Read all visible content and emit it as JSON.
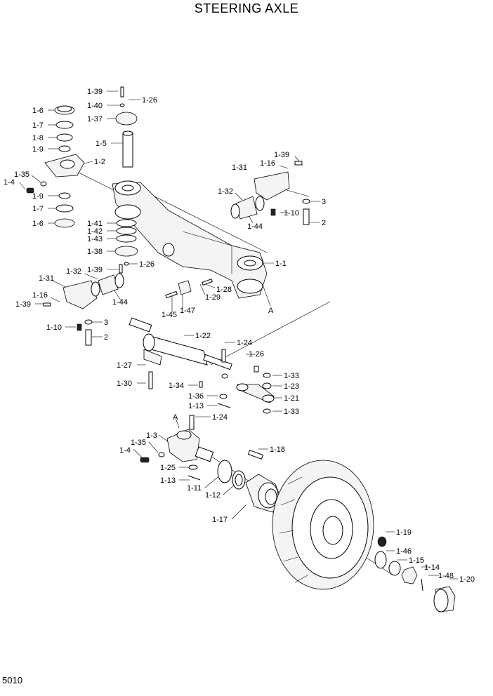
{
  "title": "STEERING AXLE",
  "page_number": "5010",
  "callouts": [
    {
      "id": "c139a",
      "text": "1-39"
    },
    {
      "id": "c140",
      "text": "1-40"
    },
    {
      "id": "c126a",
      "text": "1-26"
    },
    {
      "id": "c137",
      "text": "1-37"
    },
    {
      "id": "c16a",
      "text": "1-6"
    },
    {
      "id": "c17a",
      "text": "1-7"
    },
    {
      "id": "c18",
      "text": "1-8"
    },
    {
      "id": "c19a",
      "text": "1-9"
    },
    {
      "id": "c15",
      "text": "1-5"
    },
    {
      "id": "c12",
      "text": "1-2"
    },
    {
      "id": "c135a",
      "text": "1-35"
    },
    {
      "id": "c14a",
      "text": "1-4"
    },
    {
      "id": "c19b",
      "text": "1-9"
    },
    {
      "id": "c17b",
      "text": "1-7"
    },
    {
      "id": "c16b",
      "text": "1-6"
    },
    {
      "id": "c139b",
      "text": "1-39"
    },
    {
      "id": "c131a",
      "text": "1-31"
    },
    {
      "id": "c116a",
      "text": "1-16"
    },
    {
      "id": "c132a",
      "text": "1-32"
    },
    {
      "id": "c3a",
      "text": "3"
    },
    {
      "id": "c110a",
      "text": "1-10"
    },
    {
      "id": "c2a",
      "text": "2"
    },
    {
      "id": "c144a",
      "text": "1-44"
    },
    {
      "id": "c141",
      "text": "1-41"
    },
    {
      "id": "c142",
      "text": "1-42"
    },
    {
      "id": "c143",
      "text": "1-43"
    },
    {
      "id": "c138",
      "text": "1-38"
    },
    {
      "id": "c139c",
      "text": "1-39"
    },
    {
      "id": "c126b",
      "text": "1-26"
    },
    {
      "id": "c11",
      "text": "1-1"
    },
    {
      "id": "c132b",
      "text": "1-32"
    },
    {
      "id": "c131b",
      "text": "1-31"
    },
    {
      "id": "c116b",
      "text": "1-16"
    },
    {
      "id": "c139d",
      "text": "1-39"
    },
    {
      "id": "c144b",
      "text": "1-44"
    },
    {
      "id": "c128",
      "text": "1-28"
    },
    {
      "id": "c129",
      "text": "1-29"
    },
    {
      "id": "c145",
      "text": "1-45"
    },
    {
      "id": "c147",
      "text": "1-47"
    },
    {
      "id": "cA1",
      "text": "A"
    },
    {
      "id": "c3b",
      "text": "3"
    },
    {
      "id": "c110b",
      "text": "1-10"
    },
    {
      "id": "c2b",
      "text": "2"
    },
    {
      "id": "c122",
      "text": "1-22"
    },
    {
      "id": "c124a",
      "text": "1-24"
    },
    {
      "id": "c126c",
      "text": "1-26"
    },
    {
      "id": "c127",
      "text": "1-27"
    },
    {
      "id": "c133a",
      "text": "1-33"
    },
    {
      "id": "c130",
      "text": "1-30"
    },
    {
      "id": "c134",
      "text": "1-34"
    },
    {
      "id": "c123",
      "text": "1-23"
    },
    {
      "id": "c136",
      "text": "1-36"
    },
    {
      "id": "c121",
      "text": "1-21"
    },
    {
      "id": "c113a",
      "text": "1-13"
    },
    {
      "id": "c133b",
      "text": "1-33"
    },
    {
      "id": "cA2",
      "text": "A"
    },
    {
      "id": "c124b",
      "text": "1-24"
    },
    {
      "id": "c13",
      "text": "1-3"
    },
    {
      "id": "c135b",
      "text": "1-35"
    },
    {
      "id": "c14b",
      "text": "1-4"
    },
    {
      "id": "c118",
      "text": "1-18"
    },
    {
      "id": "c125",
      "text": "1-25"
    },
    {
      "id": "c113b",
      "text": "1-13"
    },
    {
      "id": "c111",
      "text": "1-11"
    },
    {
      "id": "c112",
      "text": "1-12"
    },
    {
      "id": "c117",
      "text": "1-17"
    },
    {
      "id": "c119",
      "text": "1-19"
    },
    {
      "id": "c146",
      "text": "1-46"
    },
    {
      "id": "c115",
      "text": "1-15"
    },
    {
      "id": "c114",
      "text": "1-14"
    },
    {
      "id": "c148",
      "text": "1-48"
    },
    {
      "id": "c120",
      "text": "1-20"
    }
  ]
}
